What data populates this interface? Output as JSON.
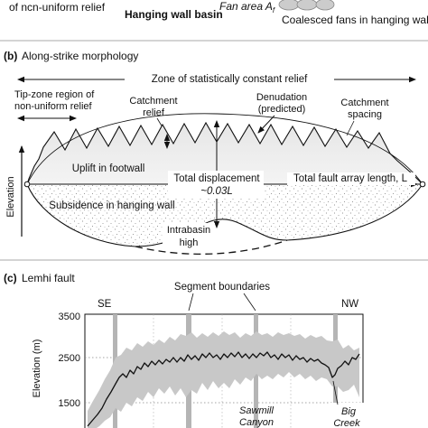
{
  "top_strip": {
    "nonuniform_label": "of ncn-uniform relief",
    "basin_label": "Hanging wall basin",
    "fan_area_label": "Fan area A",
    "fan_area_subscript": "f",
    "coalesced_label": "Coalesced fans in hanging wall"
  },
  "panel_b": {
    "panel_letter": "(b)",
    "title": "Along-strike morphology",
    "zone_label": "Zone of statistically constant relief",
    "tip_zone_line1": "Tip-zone region of",
    "tip_zone_line2": "non-uniform relief",
    "catchment_relief_line1": "Catchment",
    "catchment_relief_line2": "relief",
    "denudation_line1": "Denudation",
    "denudation_line2": "(predicted)",
    "catchment_spacing_line1": "Catchment",
    "catchment_spacing_line2": "spacing",
    "elevation_label": "Elevation",
    "uplift_label": "Uplift in footwall",
    "total_disp_label": "Total displacement",
    "total_disp_value": "~0.03L",
    "fault_length_label": "Total fault array length, L",
    "subsidence_label": "Subsidence in hanging wall",
    "intrabasin_line1": "Intrabasin",
    "intrabasin_line2": "high"
  },
  "panel_c": {
    "panel_letter": "(c)",
    "title": "Lemhi fault",
    "segment_label": "Segment boundaries",
    "se_label": "SE",
    "nw_label": "NW",
    "ylabel": "Elevation (m)",
    "yticks": [
      "3500",
      "2500",
      "1500"
    ],
    "sawmill_line1": "Sawmill",
    "sawmill_line2": "Canyon",
    "bigcreek_line1": "Big",
    "bigcreek_line2": "Creek"
  },
  "colors": {
    "stipple": "#777777",
    "band_gray": "#c8c8c8",
    "segment_gray": "#b5b5b5",
    "ink": "#111111"
  }
}
